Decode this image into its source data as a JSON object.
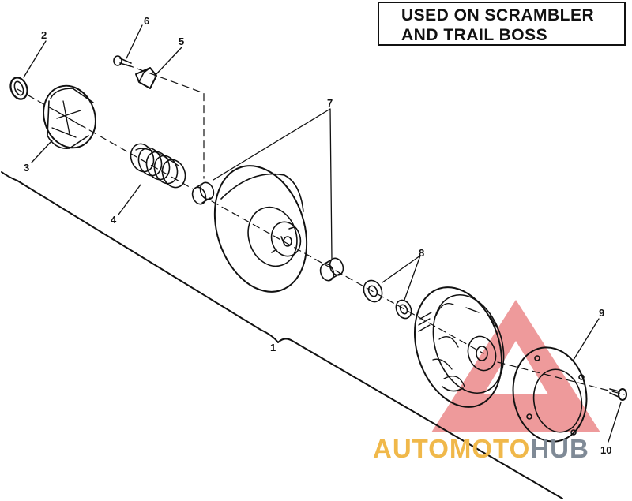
{
  "title_box": {
    "line1": "USED ON SCRAMBLER",
    "line2": "AND TRAIL BOSS"
  },
  "callouts": {
    "c1": "1",
    "c2": "2",
    "c3": "3",
    "c4": "4",
    "c5": "5",
    "c6": "6",
    "c7": "7",
    "c8": "8",
    "c9": "9",
    "c10": "10"
  },
  "watermark": {
    "part1": "AUTOMOTO",
    "part2": "HUB",
    "color_orange": "#f0b84a",
    "color_gray": "#7f8a96",
    "triangle_color": "#e8787a"
  }
}
